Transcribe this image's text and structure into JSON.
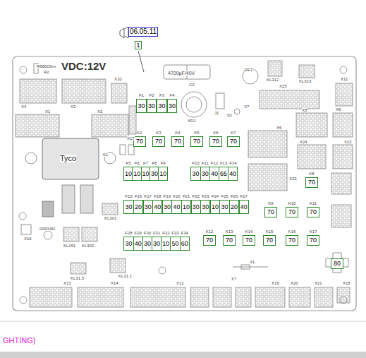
{
  "diagram": {
    "nodes": [
      {
        "text": [
          "06.05.11"
        ]
      },
      {
        "text": [
          "1"
        ]
      },
      {
        "text": [
          "30"
        ]
      },
      {
        "text": [
          "30"
        ]
      },
      {
        "text": [
          "30"
        ]
      },
      {
        "text": [
          "30"
        ]
      },
      {
        "text": [
          "70"
        ]
      },
      {
        "text": [
          "70"
        ]
      },
      {
        "text": [
          "70"
        ]
      },
      {
        "text": [
          "70"
        ]
      },
      {
        "text": [
          "70"
        ]
      },
      {
        "text": [
          "70"
        ]
      },
      {
        "text": [
          "10"
        ]
      },
      {
        "text": [
          "10"
        ]
      },
      {
        "text": [
          "10"
        ]
      },
      {
        "text": [
          "30"
        ]
      },
      {
        "text": [
          "10"
        ]
      },
      {
        "text": [
          "30"
        ]
      },
      {
        "text": [
          "30"
        ]
      },
      {
        "text": [
          "40"
        ]
      },
      {
        "text": [
          "65"
        ]
      },
      {
        "text": [
          "40"
        ]
      },
      {
        "text": [
          "30"
        ]
      },
      {
        "text": [
          "20"
        ]
      },
      {
        "text": [
          "30"
        ]
      },
      {
        "text": [
          "40"
        ]
      },
      {
        "text": [
          "30"
        ]
      },
      {
        "text": [
          "40"
        ]
      },
      {
        "text": [
          "10"
        ]
      },
      {
        "text": [
          "30"
        ]
      },
      {
        "text": [
          "30"
        ]
      },
      {
        "text": [
          "10"
        ]
      },
      {
        "text": [
          "30"
        ]
      },
      {
        "text": [
          "20"
        ]
      },
      {
        "text": [
          "40"
        ]
      },
      {
        "text": [
          "30"
        ]
      },
      {
        "text": [
          "40"
        ]
      },
      {
        "text": [
          "30"
        ]
      },
      {
        "text": [
          "30"
        ]
      },
      {
        "text": [
          "10"
        ]
      },
      {
        "text": [
          "50"
        ]
      },
      {
        "text": [
          "60"
        ]
      },
      {
        "text": [
          "70"
        ]
      },
      {
        "text": [
          "70"
        ]
      },
      {
        "text": [
          "70"
        ]
      },
      {
        "text": [
          "70"
        ]
      },
      {
        "text": [
          "70"
        ]
      },
      {
        "text": [
          "70"
        ]
      },
      {
        "text": [
          "70"
        ]
      },
      {
        "text": [
          "70"
        ]
      },
      {
        "text": [
          "70"
        ]
      },
      {
        "text": [
          "70"
        ]
      },
      {
        "text": [
          "80"
        ]
      }
    ],
    "labels": [
      "VDC:12V",
      "R680Ohm",
      "R2",
      "4700μF/40V",
      "C2",
      "RF1",
      "KL312",
      "KL313",
      "X25",
      "X11",
      "X10",
      "X4",
      "X3",
      "X1",
      "X2",
      "X17",
      "XD1",
      "J1",
      "S1",
      "V7",
      "X9",
      "X8",
      "X5",
      "X24",
      "X22",
      "K1",
      "Tyco",
      "X23",
      "KL301",
      "02061462",
      "X16",
      "KL151",
      "KL302",
      "KL31.5",
      "KL31.1",
      "FL",
      "X7",
      "X13",
      "X14",
      "X12",
      "X19",
      "X20",
      "X21",
      "X18",
      "GHTING)",
      "F1",
      "F2",
      "F3",
      "F4",
      "F5",
      "F6",
      "F7",
      "F8",
      "F9",
      "F10",
      "F11",
      "F12",
      "F13",
      "F14",
      "F15",
      "F16",
      "F17",
      "F18",
      "F19",
      "F20",
      "F21",
      "F22",
      "F23",
      "F24",
      "F25",
      "F26",
      "F27",
      "F28",
      "F29",
      "F30",
      "F31",
      "F32",
      "F33",
      "F34",
      "K2",
      "K3",
      "K4",
      "K5",
      "K6",
      "K7",
      "K9",
      "K10",
      "K11",
      "K12",
      "K13",
      "K14",
      "K15",
      "K16",
      "K17",
      "K8"
    ]
  }
}
